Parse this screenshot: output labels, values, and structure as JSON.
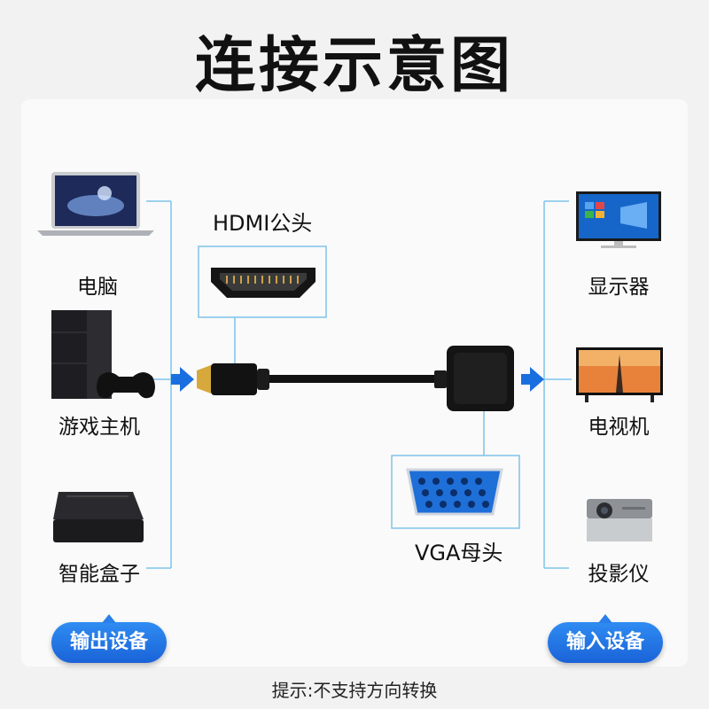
{
  "title": "连接示意图",
  "connector_labels": {
    "hdmi": "HDMI公头",
    "vga": "VGA母头"
  },
  "output_devices": {
    "items": [
      {
        "label": "电脑",
        "icon": "laptop-icon"
      },
      {
        "label": "游戏主机",
        "icon": "game-console-icon"
      },
      {
        "label": "智能盒子",
        "icon": "tv-box-icon"
      }
    ],
    "badge": "输出设备"
  },
  "input_devices": {
    "items": [
      {
        "label": "显示器",
        "icon": "monitor-icon"
      },
      {
        "label": "电视机",
        "icon": "television-icon"
      },
      {
        "label": "投影仪",
        "icon": "projector-icon"
      }
    ],
    "badge": "输入设备"
  },
  "hint": "提示:不支持方向转换",
  "colors": {
    "accent": "#1a6fe0",
    "line": "#7ec3ea",
    "vga_blue": "#1f6fd8"
  }
}
